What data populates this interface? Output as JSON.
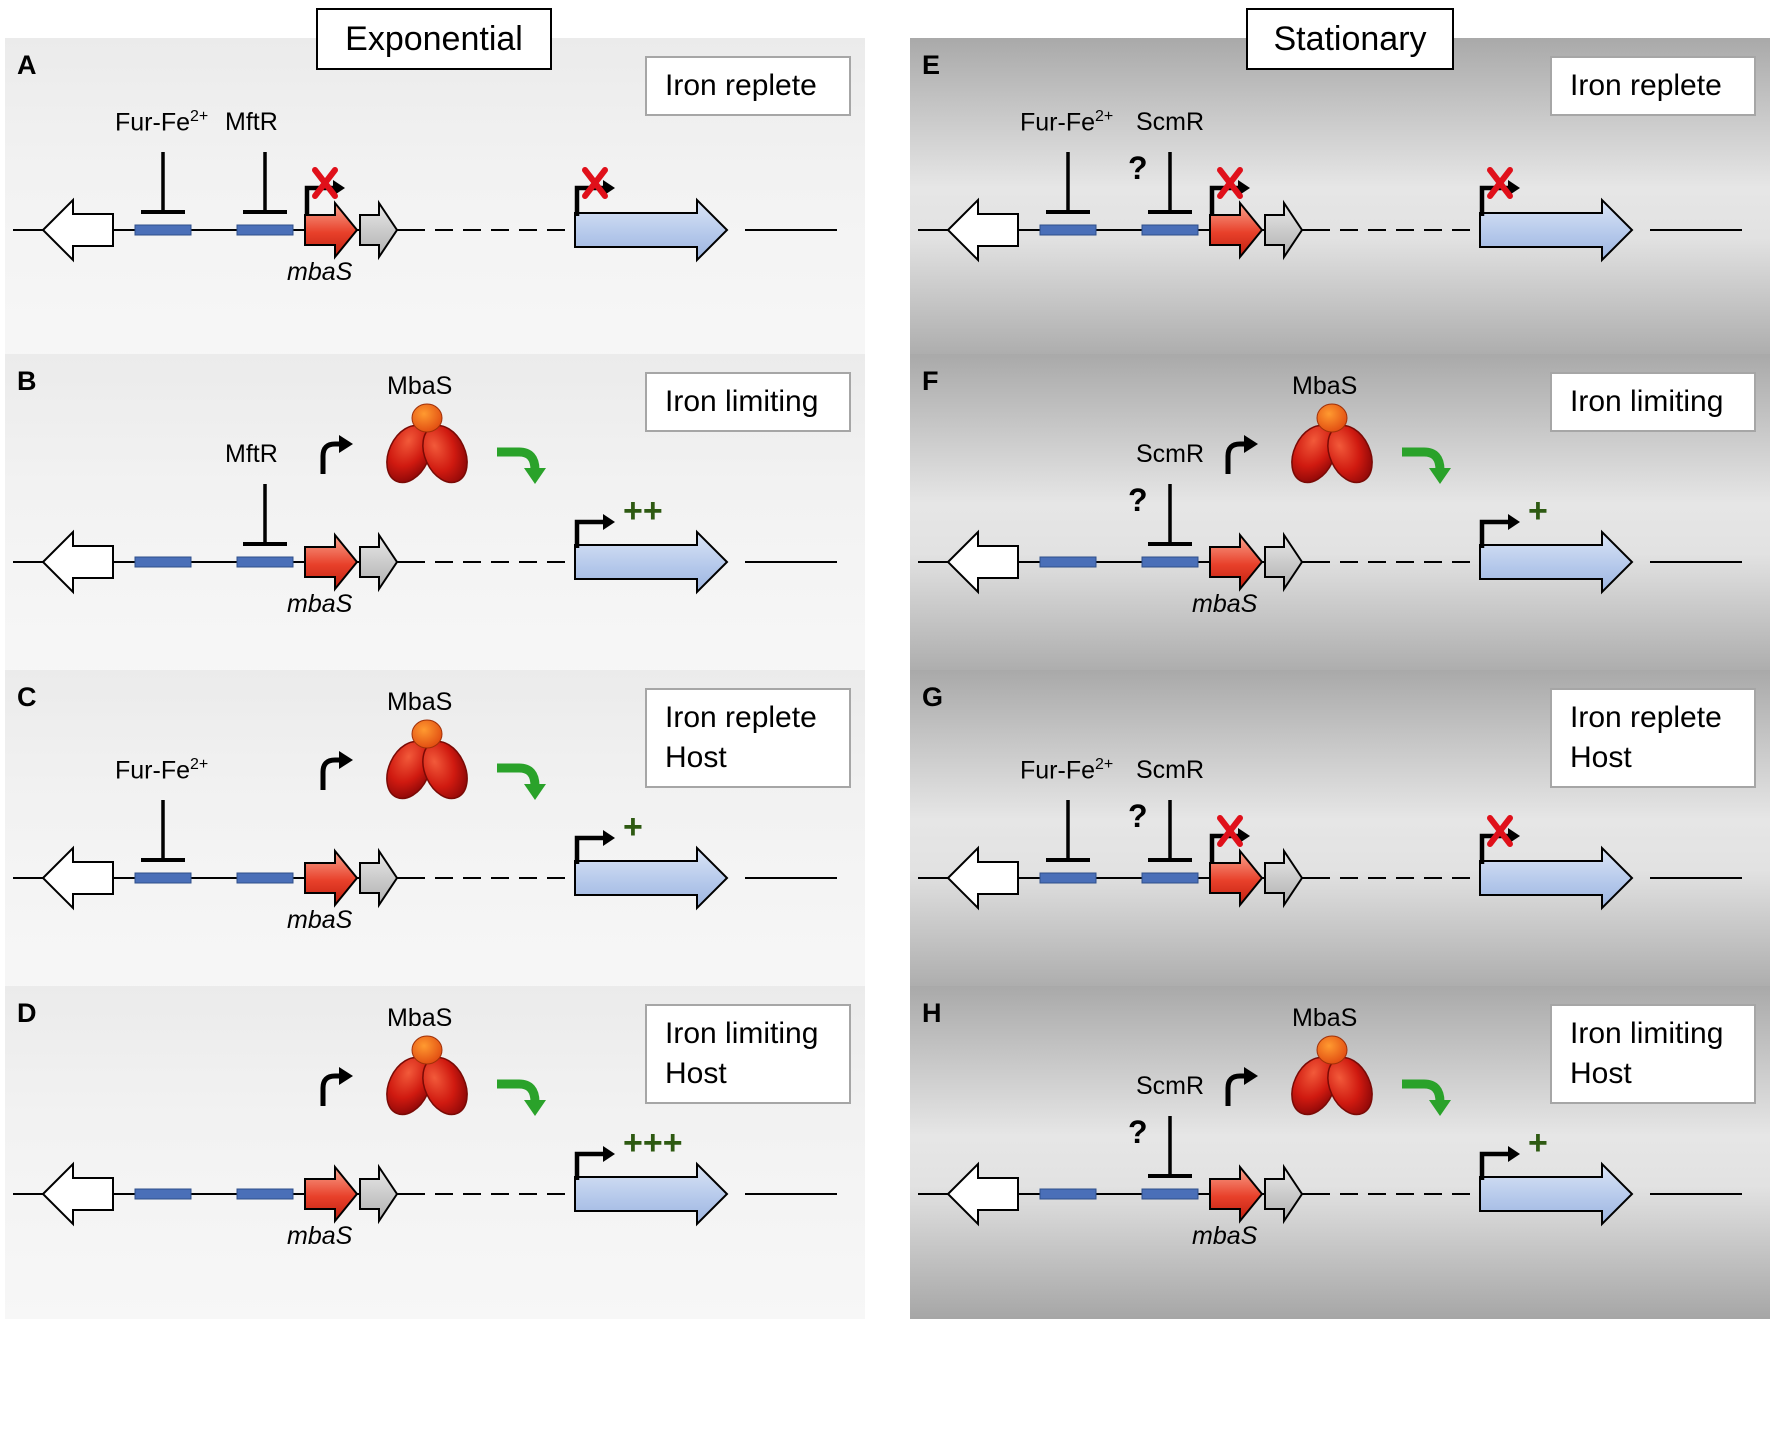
{
  "columns": {
    "left_title": "Exponential",
    "right_title": "Stationary"
  },
  "panels": [
    {
      "letter": "A",
      "cond1": "Iron replete",
      "cond2": "",
      "fur": "Fur-Fe",
      "fur_sup": "2+",
      "reg": "MftR",
      "q": "",
      "mbas_protein": "",
      "plus": "",
      "gene": "mbaS",
      "main_x": true
    },
    {
      "letter": "B",
      "cond1": "Iron limiting",
      "cond2": "",
      "fur": "",
      "fur_sup": "",
      "reg": "MftR",
      "q": "",
      "mbas_protein": "MbaS",
      "plus": "++",
      "gene": "mbaS",
      "main_x": false
    },
    {
      "letter": "C",
      "cond1": "Iron replete",
      "cond2": "Host",
      "fur": "Fur-Fe",
      "fur_sup": "2+",
      "reg": "",
      "q": "",
      "mbas_protein": "MbaS",
      "plus": "+",
      "gene": "mbaS",
      "main_x": false
    },
    {
      "letter": "D",
      "cond1": "Iron limiting",
      "cond2": "Host",
      "fur": "",
      "fur_sup": "",
      "reg": "",
      "q": "",
      "mbas_protein": "MbaS",
      "plus": "+++",
      "gene": "mbaS",
      "main_x": false
    },
    {
      "letter": "E",
      "cond1": "Iron replete",
      "cond2": "",
      "fur": "Fur-Fe",
      "fur_sup": "2+",
      "reg": "ScmR",
      "q": "?",
      "mbas_protein": "",
      "plus": "",
      "gene": "",
      "main_x": true
    },
    {
      "letter": "F",
      "cond1": "Iron limiting",
      "cond2": "",
      "fur": "",
      "fur_sup": "",
      "reg": "ScmR",
      "q": "?",
      "mbas_protein": "MbaS",
      "plus": "+",
      "gene": "mbaS",
      "main_x": false
    },
    {
      "letter": "G",
      "cond1": "Iron replete",
      "cond2": "Host",
      "fur": "Fur-Fe",
      "fur_sup": "2+",
      "reg": "ScmR",
      "q": "?",
      "mbas_protein": "",
      "plus": "",
      "gene": "",
      "main_x": true
    },
    {
      "letter": "H",
      "cond1": "Iron limiting",
      "cond2": "Host",
      "fur": "",
      "fur_sup": "",
      "reg": "ScmR",
      "q": "?",
      "mbas_protein": "MbaS",
      "plus": "+",
      "gene": "mbaS",
      "main_x": false
    }
  ],
  "colors": {
    "mbaS_gene": "#e8402a",
    "target_gene": "#b3c7ea",
    "binding_site": "#4a6fb8",
    "green_arrow": "#2aa22a",
    "cross": "#e0101a",
    "plus_text": "#2e5a12"
  }
}
